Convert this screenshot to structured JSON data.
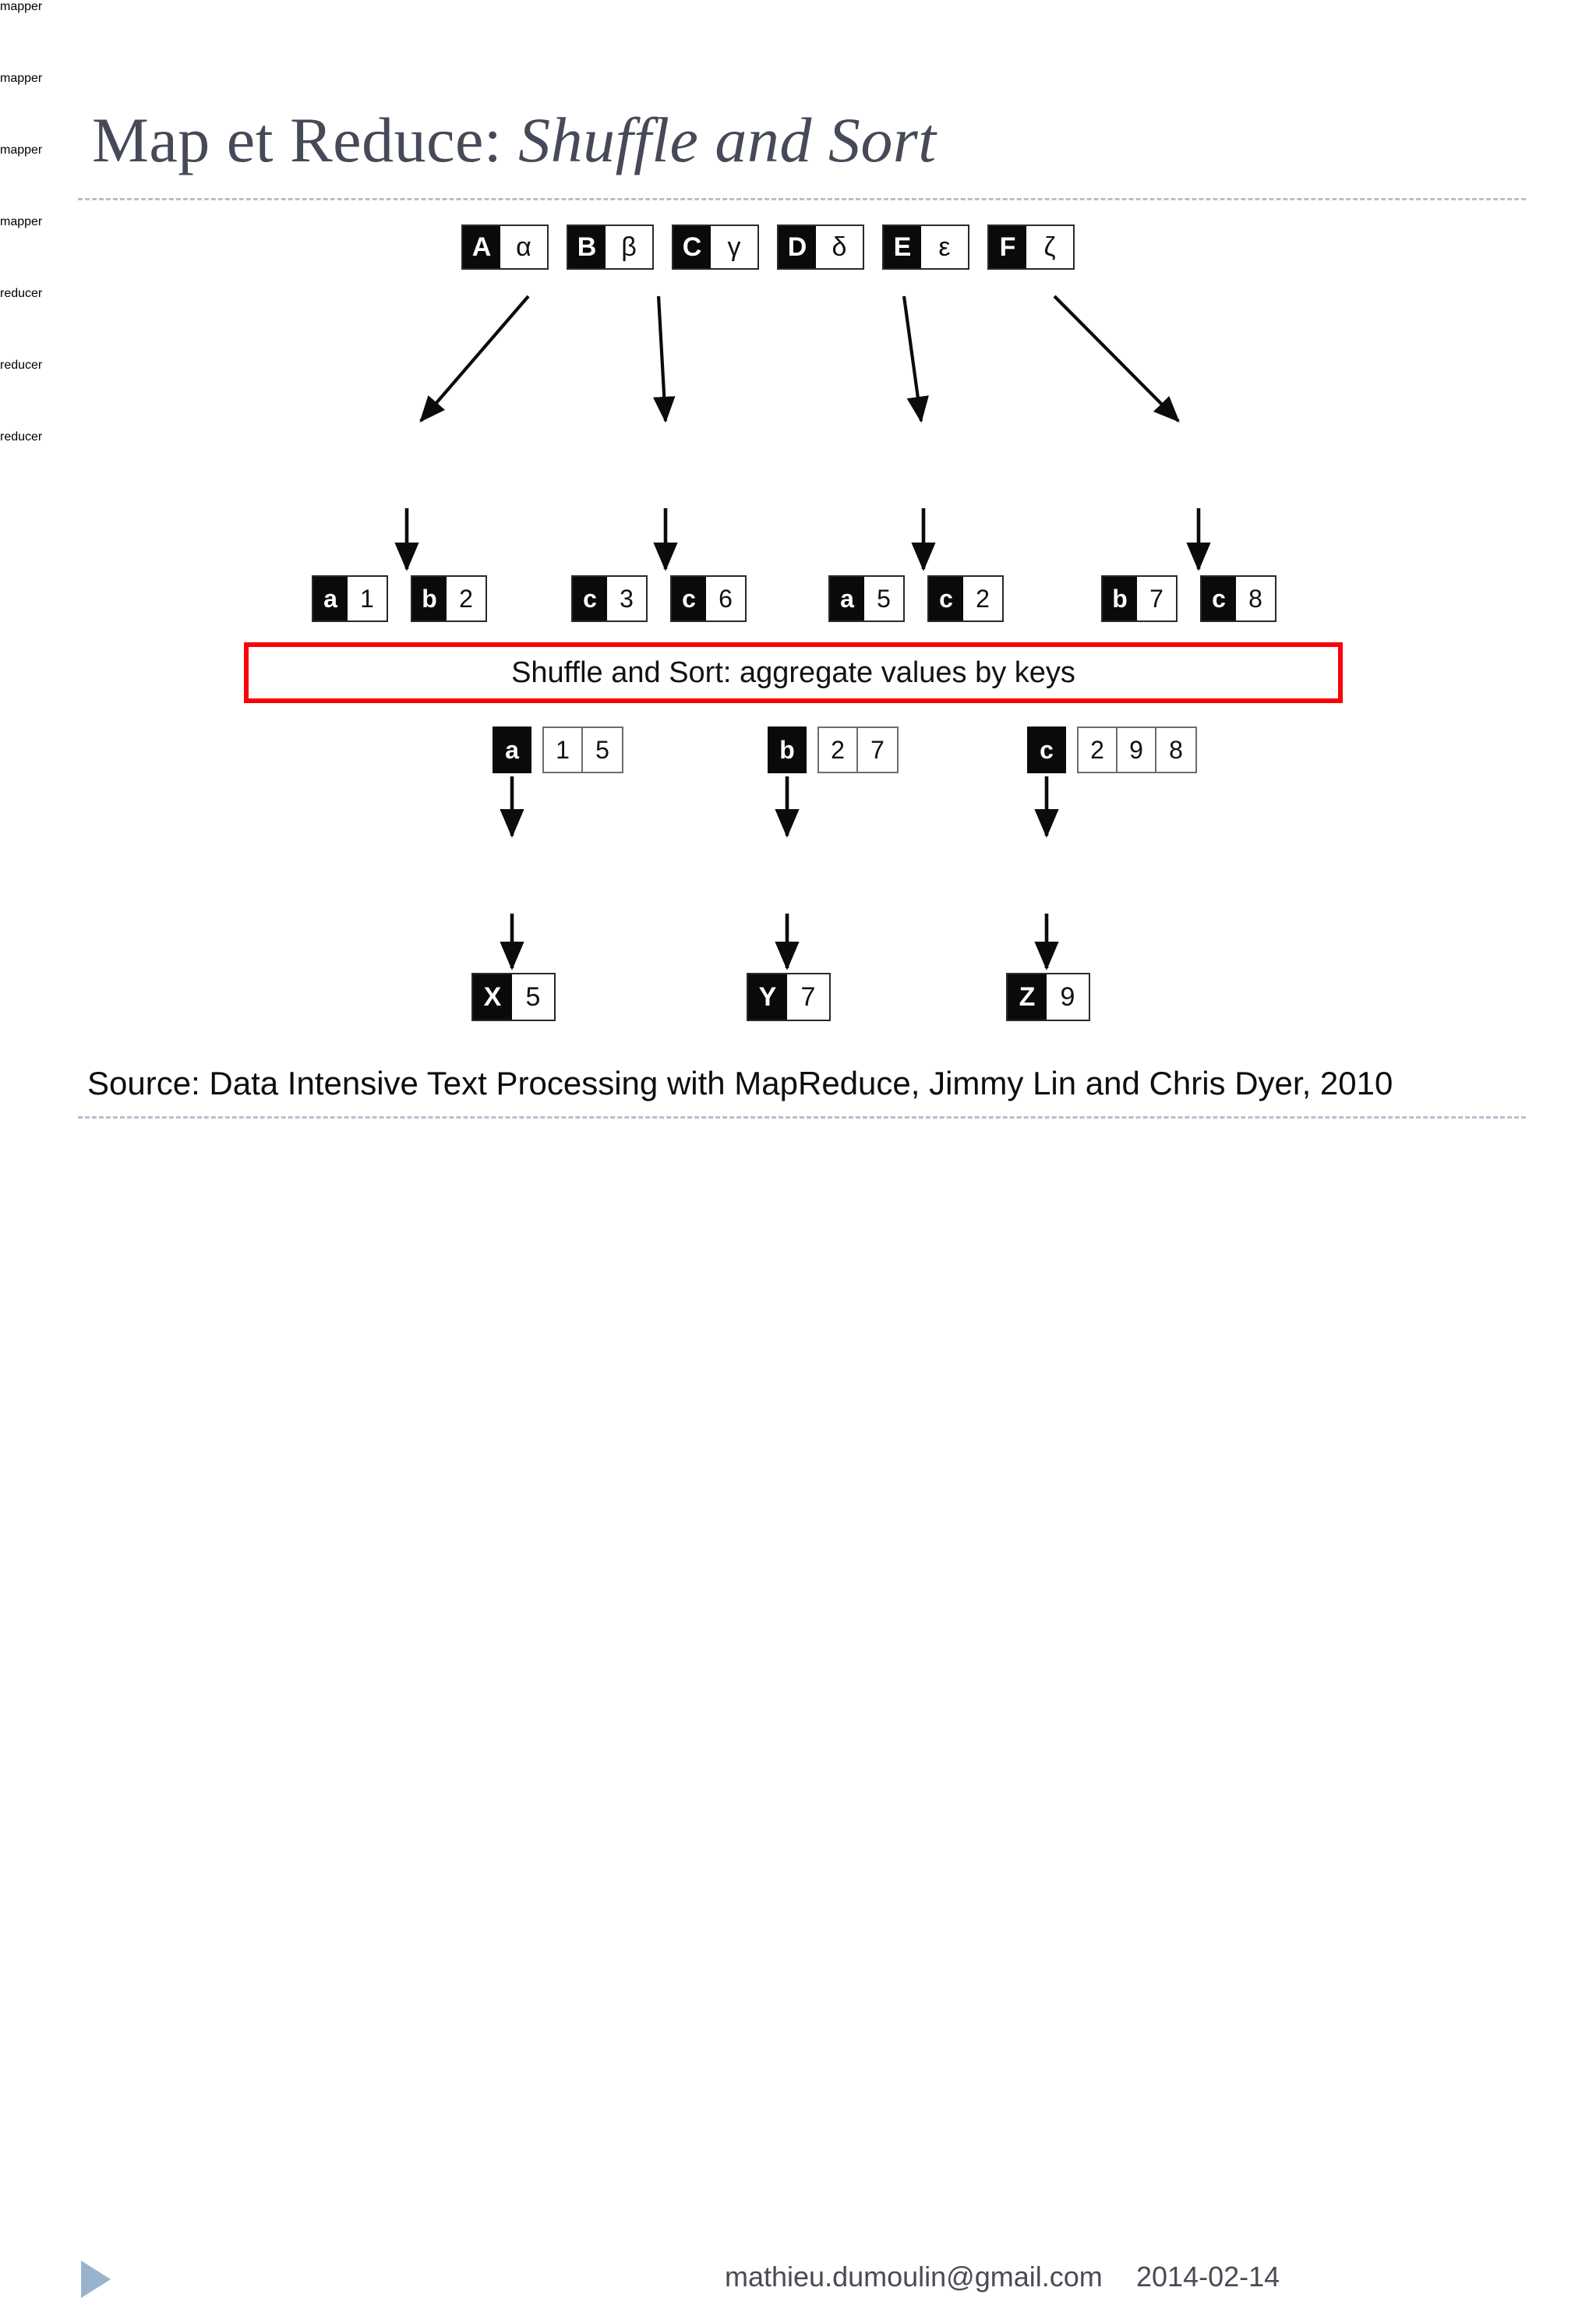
{
  "slide": {
    "title_plain": "Map et Reduce: ",
    "title_italic": "Shuffle and Sort"
  },
  "diagram": {
    "input_pairs": [
      {
        "key": "A",
        "value": "α"
      },
      {
        "key": "B",
        "value": "β"
      },
      {
        "key": "C",
        "value": "γ"
      },
      {
        "key": "D",
        "value": "δ"
      },
      {
        "key": "E",
        "value": "ε"
      },
      {
        "key": "F",
        "value": "ζ"
      }
    ],
    "mappers": [
      {
        "label": "mapper"
      },
      {
        "label": "mapper"
      },
      {
        "label": "mapper"
      },
      {
        "label": "mapper"
      }
    ],
    "mapper_outputs": [
      {
        "key": "a",
        "value": "1"
      },
      {
        "key": "b",
        "value": "2"
      },
      {
        "key": "c",
        "value": "3"
      },
      {
        "key": "c",
        "value": "6"
      },
      {
        "key": "a",
        "value": "5"
      },
      {
        "key": "c",
        "value": "2"
      },
      {
        "key": "b",
        "value": "7"
      },
      {
        "key": "c",
        "value": "8"
      }
    ],
    "shuffle_banner": {
      "label": "Shuffle and Sort: aggregate values by keys",
      "border_color": "#fb0006"
    },
    "aggregated": [
      {
        "key": "a",
        "values": [
          "1",
          "5"
        ]
      },
      {
        "key": "b",
        "values": [
          "2",
          "7"
        ]
      },
      {
        "key": "c",
        "values": [
          "2",
          "9",
          "8"
        ]
      }
    ],
    "reducers": [
      {
        "label": "reducer"
      },
      {
        "label": "reducer"
      },
      {
        "label": "reducer"
      }
    ],
    "final_outputs": [
      {
        "key": "X",
        "value": "5"
      },
      {
        "key": "Y",
        "value": "7"
      },
      {
        "key": "Z",
        "value": "9"
      }
    ]
  },
  "source_note": "Source: Data Intensive Text Processing with MapReduce, Jimmy Lin and Chris Dyer, 2010",
  "footer": {
    "email": "mathieu.dumoulin@gmail.com",
    "date": "2014-02-14",
    "nav_icon": "play-triangle-icon",
    "nav_color": "#9ab3cd"
  },
  "colors": {
    "title": "#464a58",
    "rule": "#aab4c6",
    "key_cell_bg": "#0a0a0a",
    "value_cell_bg": "#ffffff",
    "node_border": "#1b1b1b"
  }
}
